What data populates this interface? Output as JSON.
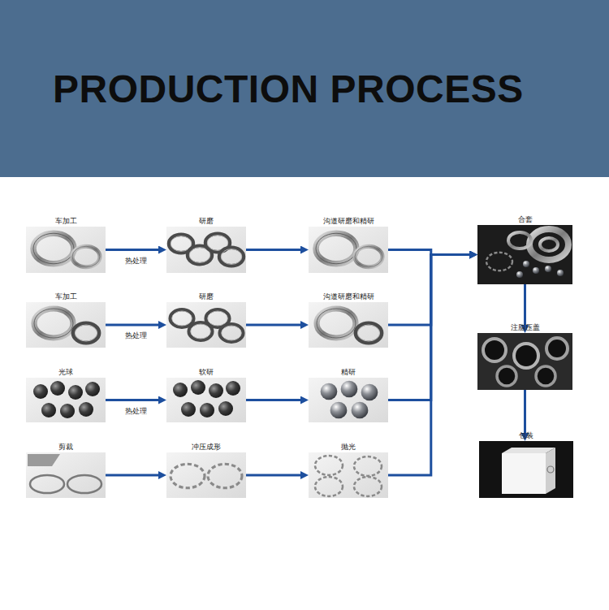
{
  "diagram": {
    "title": "PRODUCTION PROCESS",
    "nodes": [
      {
        "text": [
          "车加工"
        ]
      },
      {
        "text": [
          "研磨"
        ]
      },
      {
        "text": [
          "沟道研磨和精研"
        ]
      },
      {
        "text": [
          "车加工"
        ]
      },
      {
        "text": [
          "研磨"
        ]
      },
      {
        "text": [
          "沟道研磨和精研"
        ]
      },
      {
        "text": [
          "光球"
        ]
      },
      {
        "text": [
          "软研"
        ]
      },
      {
        "text": [
          "精研"
        ]
      },
      {
        "text": [
          "剪裁"
        ]
      },
      {
        "text": [
          "冲压成形"
        ]
      },
      {
        "text": [
          "抛光"
        ]
      },
      {
        "text": [
          "合套"
        ]
      },
      {
        "text": [
          "注脂压盖"
        ]
      },
      {
        "text": [
          "包装"
        ]
      }
    ],
    "edges": [
      {
        "from": 0,
        "to": 1,
        "label": "热处理",
        "arrow": "to"
      },
      {
        "from": 1,
        "to": 2,
        "arrow": "to"
      },
      {
        "from": 3,
        "to": 4,
        "label": "热处理",
        "arrow": "to"
      },
      {
        "from": 4,
        "to": 5,
        "arrow": "to"
      },
      {
        "from": 6,
        "to": 7,
        "label": "热处理",
        "arrow": "to"
      },
      {
        "from": 7,
        "to": 8,
        "arrow": "to"
      },
      {
        "from": 9,
        "to": 10,
        "arrow": "to"
      },
      {
        "from": 10,
        "to": 11,
        "arrow": "to"
      },
      {
        "from": 2,
        "to": 12,
        "arrow": "to"
      },
      {
        "from": 5,
        "to": 12,
        "arrow": "to"
      },
      {
        "from": 8,
        "to": 12,
        "arrow": "to"
      },
      {
        "from": 11,
        "to": 12,
        "arrow": "to"
      },
      {
        "from": 12,
        "to": 13,
        "arrow": "to"
      },
      {
        "from": 13,
        "to": 14,
        "arrow": "to"
      }
    ]
  }
}
